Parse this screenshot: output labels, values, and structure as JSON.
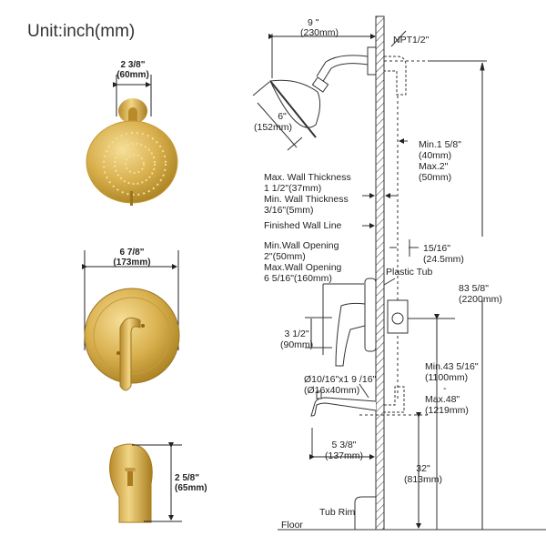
{
  "title": "Unit:inch(mm)",
  "colors": {
    "gold": "#d4a843",
    "gold_dark": "#a87b1e",
    "gold_light": "#f2d88a",
    "line": "#333333"
  },
  "products": {
    "showerhead": {
      "dim_in": "2 3/8\"",
      "dim_mm": "(60mm)"
    },
    "valve_trim": {
      "dim_in": "6 7/8\"",
      "dim_mm": "(173mm)"
    },
    "tub_spout": {
      "dim_in": "2 5/8\"",
      "dim_mm": "(65mm)"
    }
  },
  "diagram": {
    "arm_reach": {
      "in": "9 \"",
      "mm": "(230mm)"
    },
    "connection": "NPT1/2\"",
    "head_diameter": {
      "in": "6\"",
      "mm": "(152mm)"
    },
    "pipe_offset": {
      "l1": "Min.1 5/8\"",
      "l2": "(40mm)",
      "l3": "Max.2\"",
      "l4": "(50mm)"
    },
    "wall_thickness": {
      "l1": "Max. Wall Thickness",
      "l2": "1 1/2\"(37mm)",
      "l3": "Min. Wall Thickness",
      "l4": "3/16\"(5mm)"
    },
    "finished_wall": "Finished Wall Line",
    "wall_opening": {
      "l1": "Min.Wall Opening",
      "l2": "2\"(50mm)",
      "l3": "Max.Wall Opening",
      "l4": "6 5/16\"(160mm)"
    },
    "valve_depth": {
      "in": "15/16\"",
      "mm": "(24.5mm)"
    },
    "plastic_tub": "Plastic Tub",
    "total_height": {
      "in": "83 5/8\"",
      "mm": "(2200mm)"
    },
    "handle_height": {
      "in": "3 1/2\"",
      "mm": "(90mm)"
    },
    "valve_to_spout": {
      "l1": "Min.43 5/16\"",
      "l2": "(1100mm)",
      "l3": "-",
      "l4": "Max.48\"",
      "l5": "(1219mm)"
    },
    "spout_pipe": {
      "in": "Ø10/16\"x1 9 /16\"",
      "mm": "(Ø16x40mm)"
    },
    "spout_reach": {
      "in": "5 3/8\"",
      "mm": "(137mm)"
    },
    "spout_height": {
      "in": "32\"",
      "mm": "(813mm)"
    },
    "tub_rim": "Tub Rim",
    "floor": "Floor"
  }
}
